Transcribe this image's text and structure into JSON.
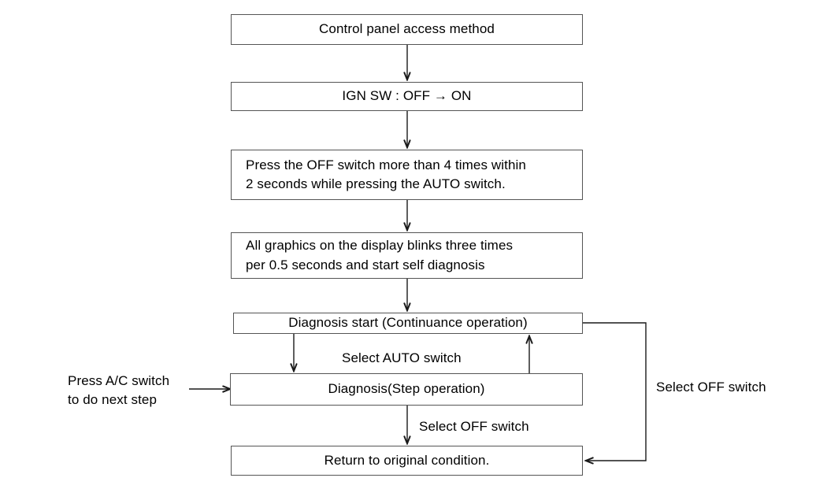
{
  "diagram": {
    "title": "Control panel access method",
    "type": "flowchart",
    "nodes": [
      {
        "id": "n1",
        "label": "Control panel access method",
        "align": "center"
      },
      {
        "id": "n2",
        "label": "IGN SW : OFF → ON",
        "align": "center"
      },
      {
        "id": "n3",
        "label": "Press the OFF switch more than 4 times within\n2 seconds while pressing the AUTO switch.",
        "align": "left"
      },
      {
        "id": "n4",
        "label": "All graphics on the display blinks three times\nper 0.5 seconds and start self diagnosis",
        "align": "left"
      },
      {
        "id": "n5",
        "label": "Diagnosis start (Continuance operation)",
        "align": "center"
      },
      {
        "id": "n6",
        "label": "Diagnosis(Step operation)",
        "align": "center"
      },
      {
        "id": "n7",
        "label": "Return to original condition.",
        "align": "center"
      }
    ],
    "edge_labels": [
      {
        "id": "e1",
        "text": "Select AUTO switch"
      },
      {
        "id": "e2",
        "text": "Select OFF switch"
      },
      {
        "id": "e3",
        "text": "Select OFF switch"
      },
      {
        "id": "e4",
        "text": "Press A/C switch\nto do next step"
      }
    ],
    "colors": {
      "box_border": "#555555",
      "line": "#1a1a1a",
      "text": "#000000",
      "background": "#ffffff"
    }
  }
}
